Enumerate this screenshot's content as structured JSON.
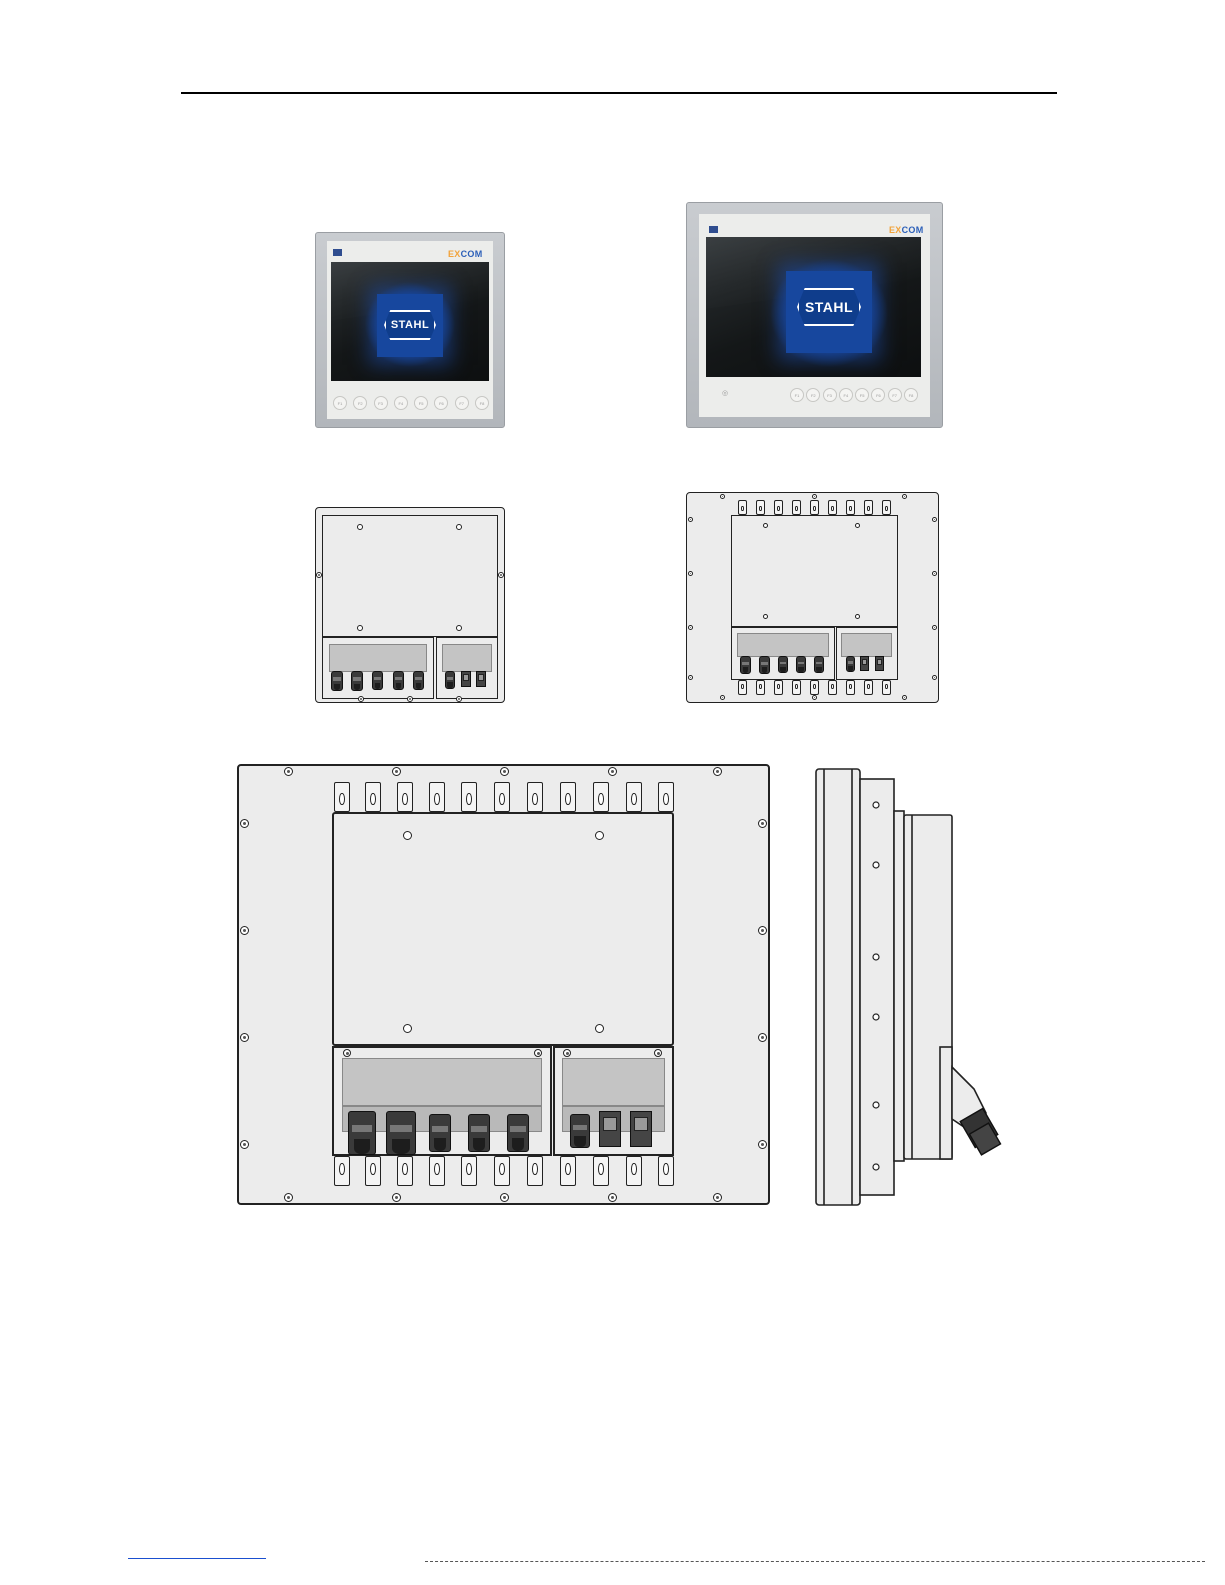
{
  "front_small": {
    "brand_ex": "EX",
    "brand_com": "COM",
    "logo_text": "STAHL",
    "function_keys": [
      "F1",
      "F2",
      "F3",
      "F4",
      "F5",
      "F6",
      "F7",
      "F8"
    ]
  },
  "front_large": {
    "brand_ex": "EX",
    "brand_com": "COM",
    "logo_text": "STAHL",
    "function_keys": [
      "F1",
      "F2",
      "F3",
      "F4",
      "F5",
      "F6",
      "F7",
      "F8"
    ]
  },
  "colors": {
    "bezel": "#b8bcc1",
    "screen": "#141718",
    "logo_blue": "#0f3d8c",
    "brand_orange": "#f2a33a",
    "brand_blue": "#2b5fb8"
  }
}
